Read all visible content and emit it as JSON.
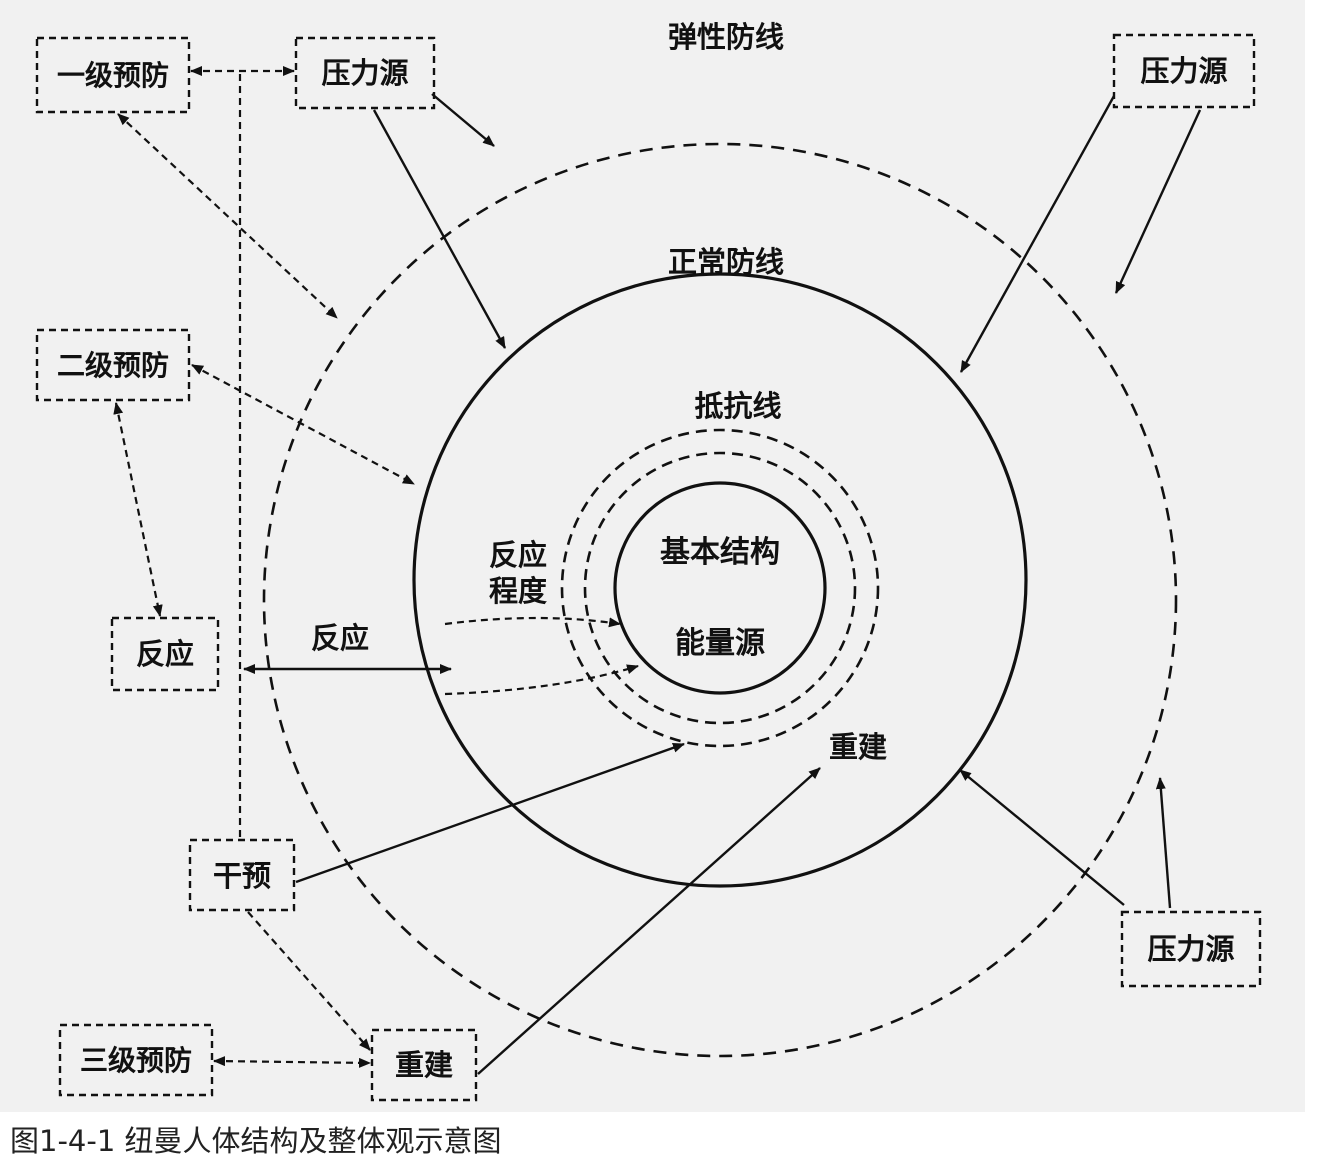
{
  "rings": {
    "flexible_line": "弹性防线",
    "normal_line": "正常防线",
    "resistance_line": "抵抗线",
    "core": {
      "line1": "基本结构",
      "line2": "能量源"
    }
  },
  "reaction_degree": {
    "line1": "反应",
    "line2": "程度"
  },
  "reaction_arrow_label": "反应",
  "rebuild_inner_label": "重建",
  "boxes": {
    "primary_prevention": "一级预防",
    "stressor_top_left": "压力源",
    "stressor_top_right": "压力源",
    "secondary_prevention": "二级预防",
    "reaction": "反应",
    "intervention": "干预",
    "tertiary_prevention": "三级预防",
    "rebuild": "重建",
    "stressor_bottom_right": "压力源"
  },
  "caption": "图1-4-1 纽曼人体结构及整体观示意图",
  "colors": {
    "stroke": "#111111",
    "background": "#f1f1f1"
  }
}
